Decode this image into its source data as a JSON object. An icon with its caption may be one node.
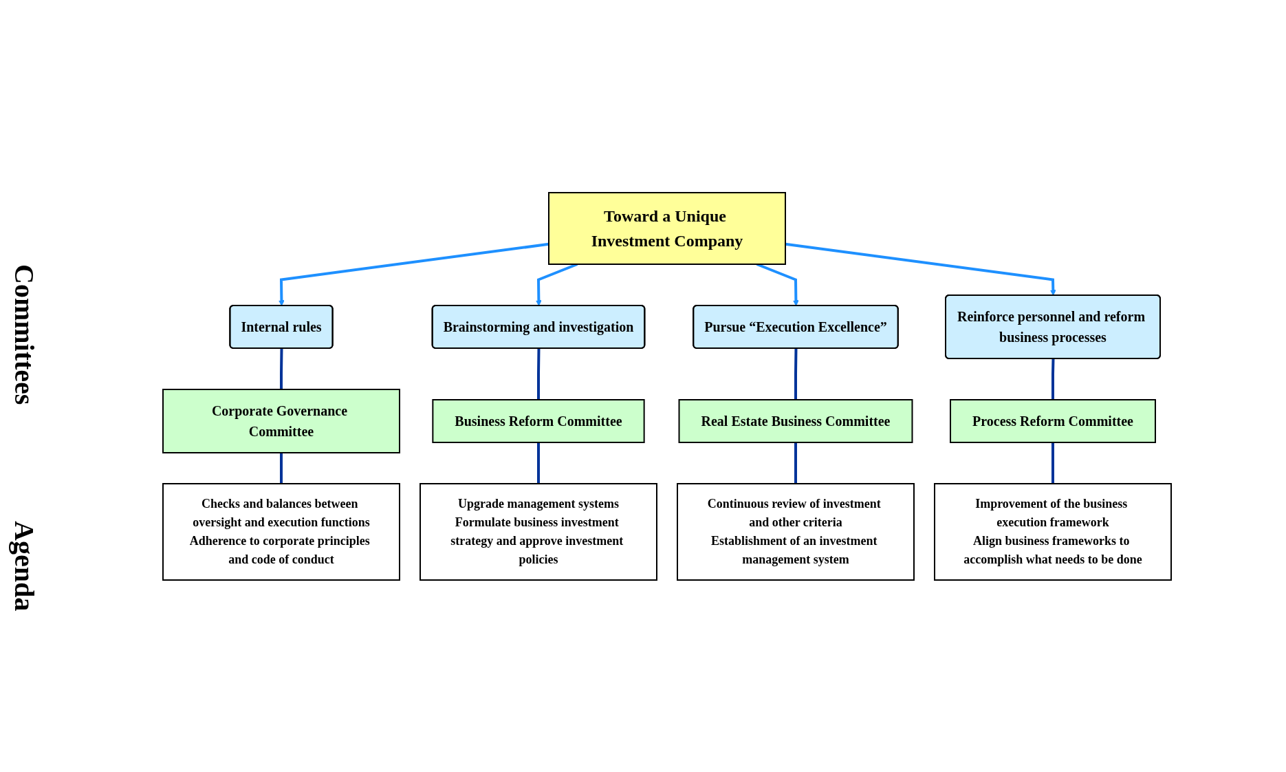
{
  "diagram": {
    "nodes": [
      {
        "text": [
          "Toward a Unique Investment Company"
        ]
      },
      {
        "text": [
          "Internal rules"
        ]
      },
      {
        "text": [
          "Brainstorming and investigation"
        ]
      },
      {
        "text": [
          "Pursue “Execution Excellence”"
        ]
      },
      {
        "text": [
          "Reinforce personnel and reform business processes"
        ]
      },
      {
        "text": [
          "Corporate Governance Committee"
        ]
      },
      {
        "text": [
          "Business Reform Committee"
        ]
      },
      {
        "text": [
          "Real Estate Business Committee"
        ]
      },
      {
        "text": [
          "Process Reform Committee"
        ]
      },
      {
        "text": [
          "Checks and balances between oversight and execution functions",
          "Adherence to corporate principles and code of conduct"
        ]
      },
      {
        "text": [
          "Upgrade management systems",
          "Formulate business investment strategy and approve investment policies"
        ]
      },
      {
        "text": [
          "Continuous review of investment and other criteria",
          "Establishment of an investment management system"
        ]
      },
      {
        "text": [
          "Improvement of the business execution framework",
          "Align business frameworks to accomplish what needs to be done"
        ]
      }
    ],
    "edges": [
      {
        "from": 0,
        "to": 1,
        "arrow": "to",
        "color": "#1e90ff"
      },
      {
        "from": 0,
        "to": 2,
        "arrow": "to",
        "color": "#1e90ff"
      },
      {
        "from": 0,
        "to": 3,
        "arrow": "to",
        "color": "#1e90ff"
      },
      {
        "from": 0,
        "to": 4,
        "arrow": "to",
        "color": "#1e90ff"
      },
      {
        "from": 1,
        "to": 5,
        "arrow": "none"
      },
      {
        "from": 2,
        "to": 6,
        "arrow": "none"
      },
      {
        "from": 3,
        "to": 7,
        "arrow": "none"
      },
      {
        "from": 4,
        "to": 8,
        "arrow": "none"
      },
      {
        "from": 5,
        "to": 9,
        "arrow": "none"
      },
      {
        "from": 6,
        "to": 10,
        "arrow": "none"
      },
      {
        "from": 7,
        "to": 11,
        "arrow": "none"
      },
      {
        "from": 8,
        "to": 12,
        "arrow": "none"
      }
    ],
    "labels": [
      "Committees",
      "Agenda"
    ]
  }
}
